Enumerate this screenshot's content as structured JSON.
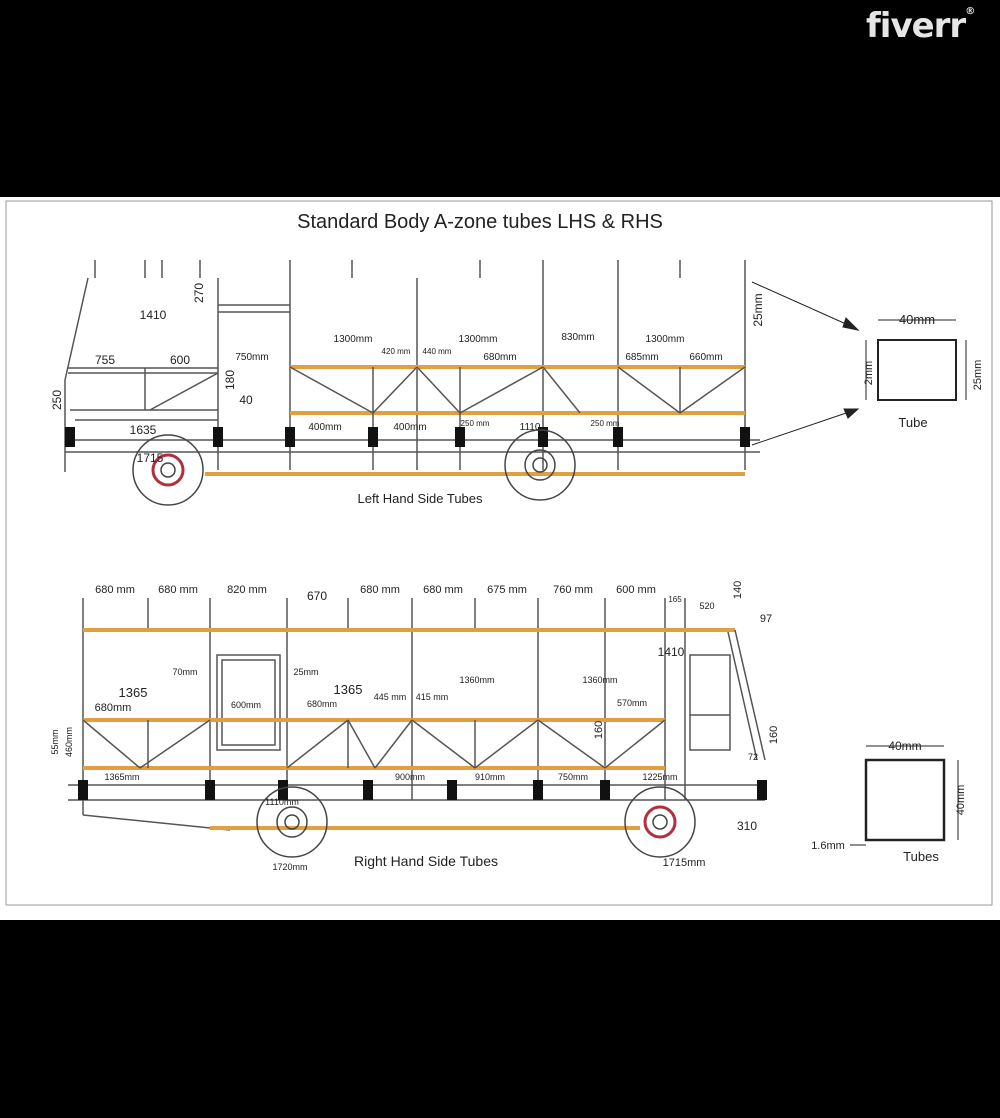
{
  "watermark": "fiverr",
  "title": "Standard Body A-zone tubes   LHS & RHS",
  "colors": {
    "rail": "#e0a040",
    "line": "#555555",
    "hub": "#b03040",
    "background": "#000000"
  },
  "lhs": {
    "caption": "Left Hand Side Tubes",
    "dimensions": [
      "1410",
      "270",
      "755",
      "600",
      "750mm",
      "180",
      "40",
      "250",
      "1635",
      "1715",
      "1300mm",
      "420 mm",
      "440 mm",
      "1300mm",
      "680mm",
      "830mm",
      "1300mm",
      "685mm",
      "660mm",
      "400mm",
      "400mm",
      "250 mm",
      "1110",
      "250 mm",
      "25mm"
    ]
  },
  "rhs": {
    "caption": "Right Hand Side Tubes",
    "dimensions": [
      "680 mm",
      "680 mm",
      "820 mm",
      "670",
      "680 mm",
      "680 mm",
      "675 mm",
      "760 mm",
      "600 mm",
      "165",
      "520",
      "140",
      "97",
      "70mm",
      "25mm",
      "1365",
      "1365",
      "680mm",
      "600mm",
      "680mm",
      "445 mm",
      "415 mm",
      "1360mm",
      "1360mm",
      "570mm",
      "1410",
      "160",
      "160",
      "72",
      "460mm",
      "55mm",
      "1365mm",
      "900mm",
      "910mm",
      "750mm",
      "1225mm",
      "1110mm",
      "310",
      "1720mm",
      "1715mm"
    ]
  },
  "tube_detail_1": {
    "width": "40mm",
    "left": "2mm",
    "right": "25mm",
    "caption": "Tube"
  },
  "tube_detail_2": {
    "width": "40mm",
    "height": "40mm",
    "wall": "1.6mm",
    "caption": "Tubes"
  }
}
